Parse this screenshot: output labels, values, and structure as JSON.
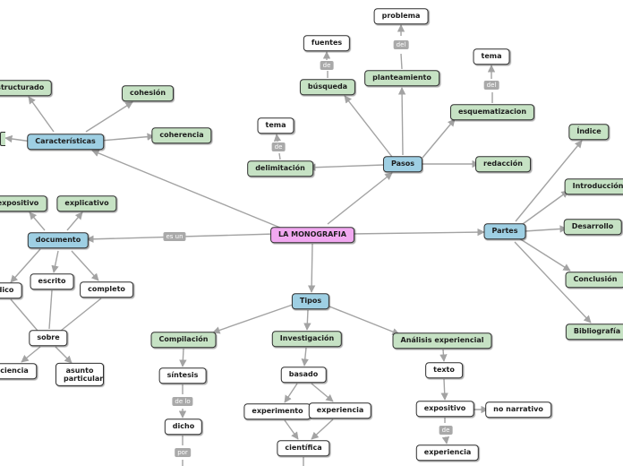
{
  "nodes": {
    "monografia": "LA MONOGRAFIA",
    "caracteristicas": "Características",
    "estructurado": "estructurado",
    "cohesion": "cohesión",
    "coherencia": "coherencia",
    "documento": "documento",
    "expositivo_top": "expositivo",
    "explicativo": "explicativo",
    "juridico": "dico",
    "escrito": "escrito",
    "completo": "completo",
    "sobre": "sobre",
    "ciencia": "ciencia",
    "asunto_particular": "asunto particular",
    "pasos": "Pasos",
    "problema": "problema",
    "planteamiento": "planteamiento",
    "fuentes": "fuentes",
    "busqueda": "búsqueda",
    "tema_delim": "tema",
    "delimitacion": "delimitación",
    "tema_esq": "tema",
    "esquematizacion": "esquematizacion",
    "redaccion": "redacción",
    "partes": "Partes",
    "indice": "Índice",
    "introduccion": "Introducción",
    "desarrollo": "Desarrollo",
    "conclusion": "Conclusión",
    "bibliografia": "Bibliografía",
    "tipos": "Tipos",
    "compilacion": "Compilación",
    "sintesis": "síntesis",
    "dicho": "dicho",
    "investigacion": "Investigación",
    "basado": "basado",
    "experimento": "experimento",
    "experiencia_inv": "experiencia",
    "cientifica": "científica",
    "analisis": "Análisis experiencial",
    "texto": "texto",
    "expositivo_bottom": "expositivo",
    "no_narrativo": "no narrativo",
    "experiencia_an": "experiencia"
  },
  "link_labels": {
    "es_un": "es un",
    "del_problema": "del",
    "de_fuentes": "de",
    "de_tema": "de",
    "del_tema": "del",
    "de_lo": "de lo",
    "por": "por",
    "de_experiencia": "de"
  },
  "colors": {
    "secondary": "#c6e2c4",
    "primary": "#9ecfe3",
    "root": "#f1a8f0",
    "leaf": "#ffffff",
    "edge": "#a3a3a3"
  }
}
